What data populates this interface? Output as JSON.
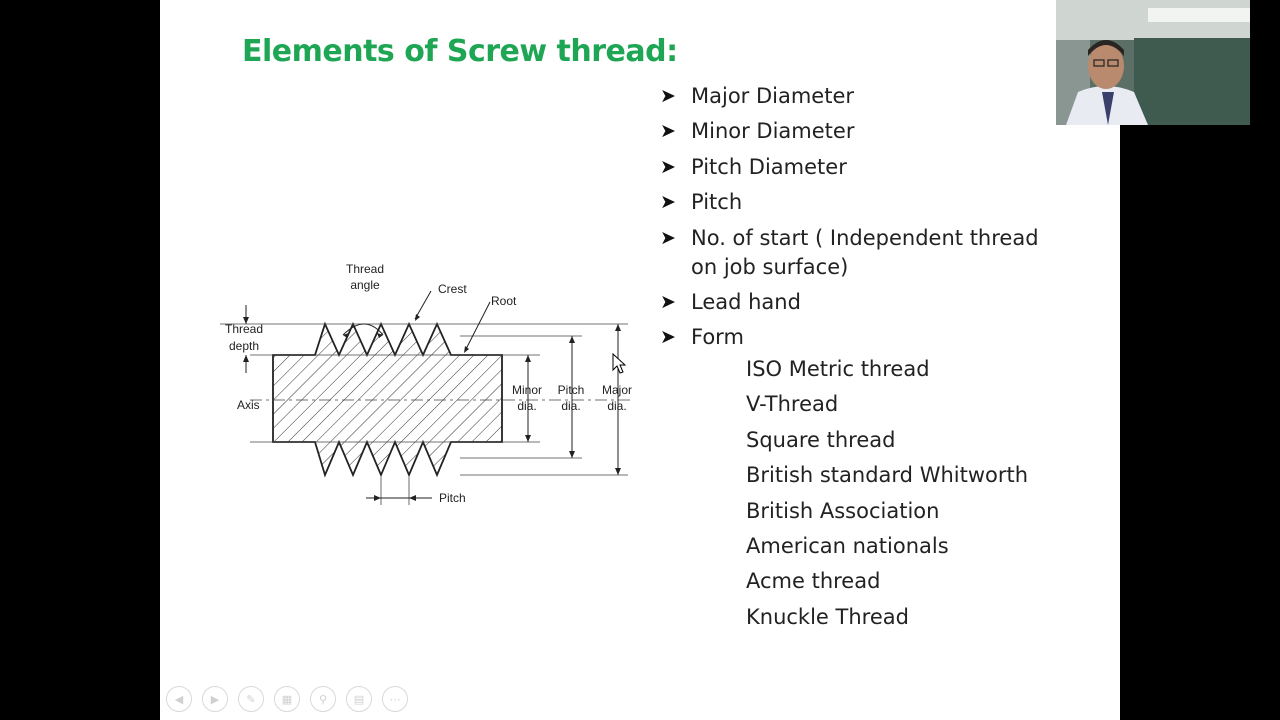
{
  "slide": {
    "title": "Elements of Screw thread:",
    "bullets": [
      {
        "icon": "arrow-bullet-icon",
        "text": "Major Diameter"
      },
      {
        "icon": "arrow-bullet-icon",
        "text": "Minor Diameter"
      },
      {
        "icon": "arrow-bullet-icon",
        "text": "Pitch Diameter"
      },
      {
        "icon": "arrow-bullet-icon",
        "text": "Pitch"
      },
      {
        "icon": "arrow-bullet-icon",
        "text": "No. of start ( Independent thread on job surface)"
      },
      {
        "icon": "arrow-bullet-icon",
        "text": "Lead hand"
      },
      {
        "icon": "arrow-bullet-icon",
        "text": "Form"
      }
    ],
    "forms": [
      "ISO Metric thread",
      "V-Thread",
      "Square thread",
      "British standard Whitworth",
      "British Association",
      "American nationals",
      "Acme thread",
      "Knuckle Thread"
    ],
    "diagram": {
      "thread_angle": [
        "Thread",
        "angle"
      ],
      "crest": "Crest",
      "root": "Root",
      "thread_depth": [
        "Thread",
        "depth"
      ],
      "axis": "Axis",
      "minor_dia": [
        "Minor",
        "dia."
      ],
      "pitch_dia": [
        "Pitch",
        "dia."
      ],
      "major_dia": [
        "Major",
        "dia."
      ],
      "pitch": "Pitch"
    }
  },
  "toolbar": [
    {
      "icon": "previous-icon"
    },
    {
      "icon": "next-icon"
    },
    {
      "icon": "pen-icon"
    },
    {
      "icon": "slides-icon"
    },
    {
      "icon": "zoom-icon"
    },
    {
      "icon": "subtitles-icon"
    },
    {
      "icon": "more-icon"
    }
  ],
  "colors": {
    "title": "#1fa655",
    "background": "#000000",
    "slide": "#ffffff"
  }
}
